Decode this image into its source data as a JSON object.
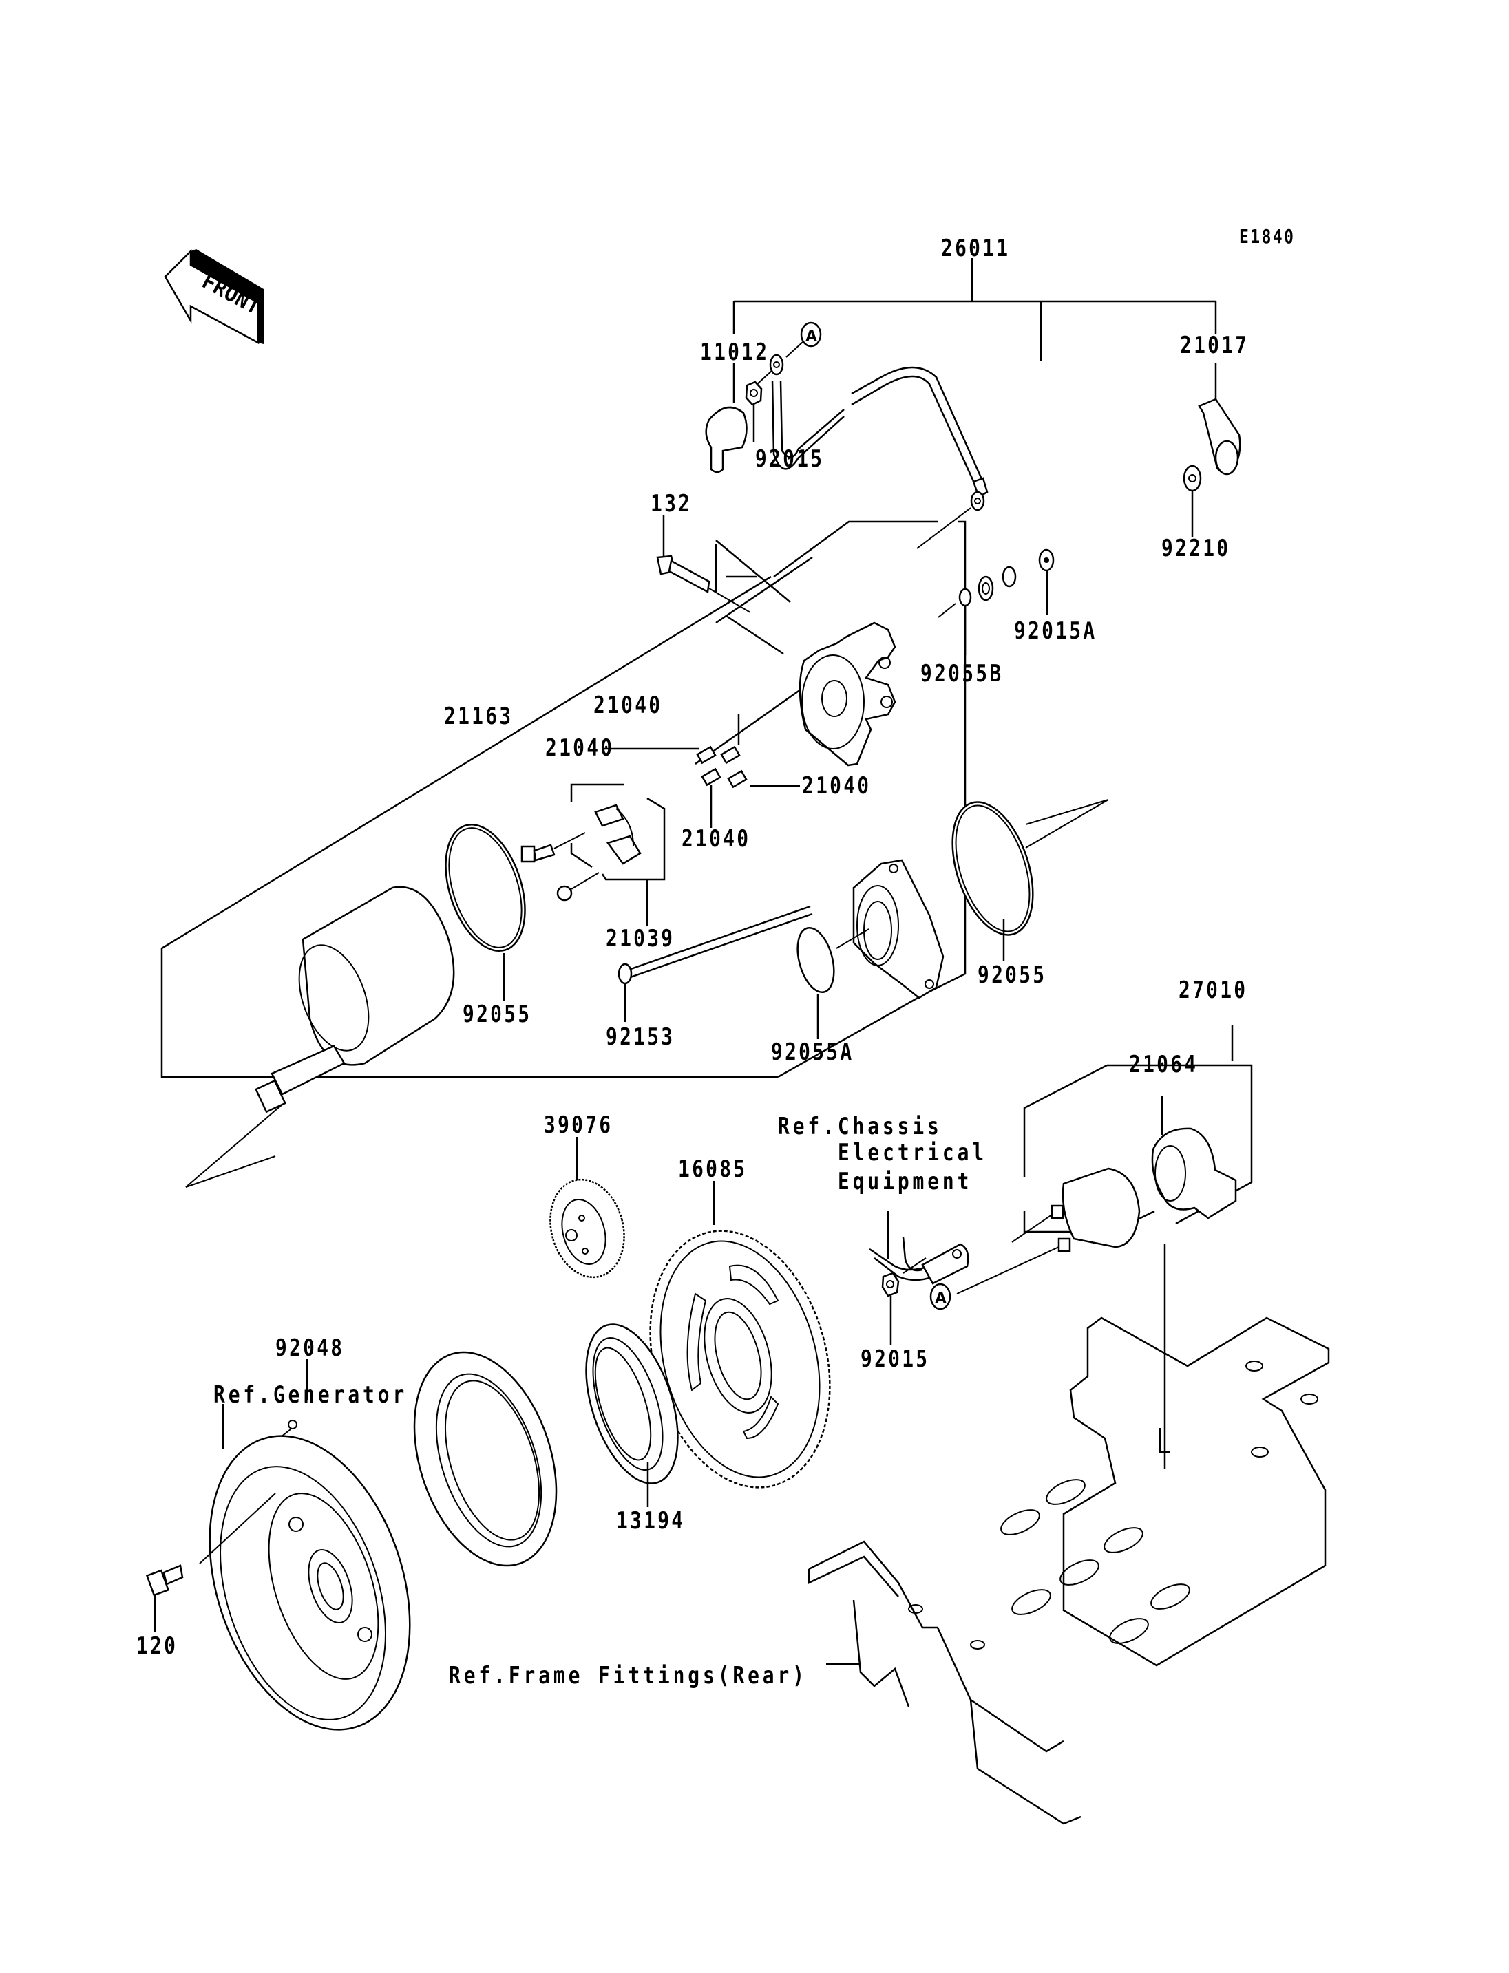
{
  "diagram": {
    "code": "E1840",
    "front_arrow": "FRONT",
    "callout_marker": "A",
    "parts": {
      "harness_assy": "26011",
      "cap_left": "11012",
      "nut_cable": "92015",
      "cap_right": "21017",
      "nut_right": "92210",
      "bolt_top": "132",
      "nut_a": "92015A",
      "oring_b": "92055B",
      "starter_motor": "21163",
      "brush_spring_1": "21040",
      "brush_spring_2": "21040",
      "brush_spring_3": "21040",
      "brush_spring_4": "21040",
      "brush_holder": "21039",
      "oring_left": "92055",
      "oring_right": "92055",
      "through_bolt": "92153",
      "oring_a": "92055A",
      "relay_assy": "27010",
      "relay_cover": "21064",
      "idle_gear": "39076",
      "starter_gear": "16085",
      "nut_relay": "92015",
      "washer_plate": "92048",
      "one_way_clutch": "13194",
      "bolt_gen": "120"
    },
    "references": {
      "chassis_line1": "Ref.Chassis",
      "chassis_line2": "Electrical",
      "chassis_line3": "Equipment",
      "generator": "Ref.Generator",
      "frame": "Ref.Frame Fittings(Rear)"
    }
  }
}
